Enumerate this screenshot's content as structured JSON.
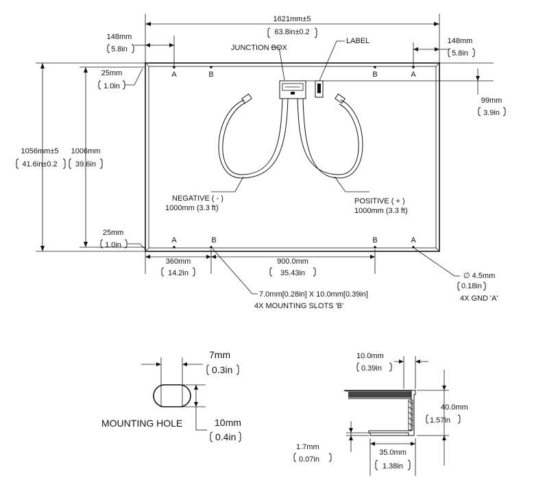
{
  "panel": {
    "width_mm": "1621mm±5",
    "width_in": "63.8in±0.2",
    "height_mm": "1056mm±5",
    "height_in": "41.6in±0.2",
    "inner_height_mm": "1006mm",
    "inner_height_in": "39.6in",
    "corner_mm": "148mm",
    "corner_in": "5.8in",
    "top_offset_mm": "25mm",
    "top_offset_in": "1.0in",
    "bottom_offset_mm": "25mm",
    "bottom_offset_in": "1.0in",
    "jbox_offset_mm": "99mm",
    "jbox_offset_in": "3.9in",
    "slot_dist_mm": "360mm",
    "slot_dist_in": "14.2in",
    "slot_span_mm": "900.0mm",
    "slot_span_in": "35.43in",
    "hole_dia_mm": "∅ 4.5mm",
    "hole_dia_in": "0.18in",
    "gnd_label": "4X GND 'A'",
    "slot_size": "7.0mm[0.28in] X 10.0mm[0.39in]",
    "slot_label": "4X MOUNTING SLOTS 'B'",
    "junction_box": "JUNCTION BOX",
    "label": "LABEL",
    "neg_label": "NEGATIVE ( - )",
    "neg_len": "1000mm (3.3 ft)",
    "pos_label": "POSITIVE ( + )",
    "pos_len": "1000mm (3.3 ft)",
    "mark_a": "A",
    "mark_b": "B"
  },
  "hole": {
    "title": "MOUNTING HOLE",
    "w_mm": "7mm",
    "w_in": "0.3in",
    "h_mm": "10mm",
    "h_in": "0.4in"
  },
  "frame": {
    "w_mm": "10.0mm",
    "w_in": "0.39in",
    "h_mm": "40.0mm",
    "h_in": "1.57in",
    "thk_mm": "1.7mm",
    "thk_in": "0.07in",
    "base_mm": "35.0mm",
    "base_in": "1.38in"
  }
}
